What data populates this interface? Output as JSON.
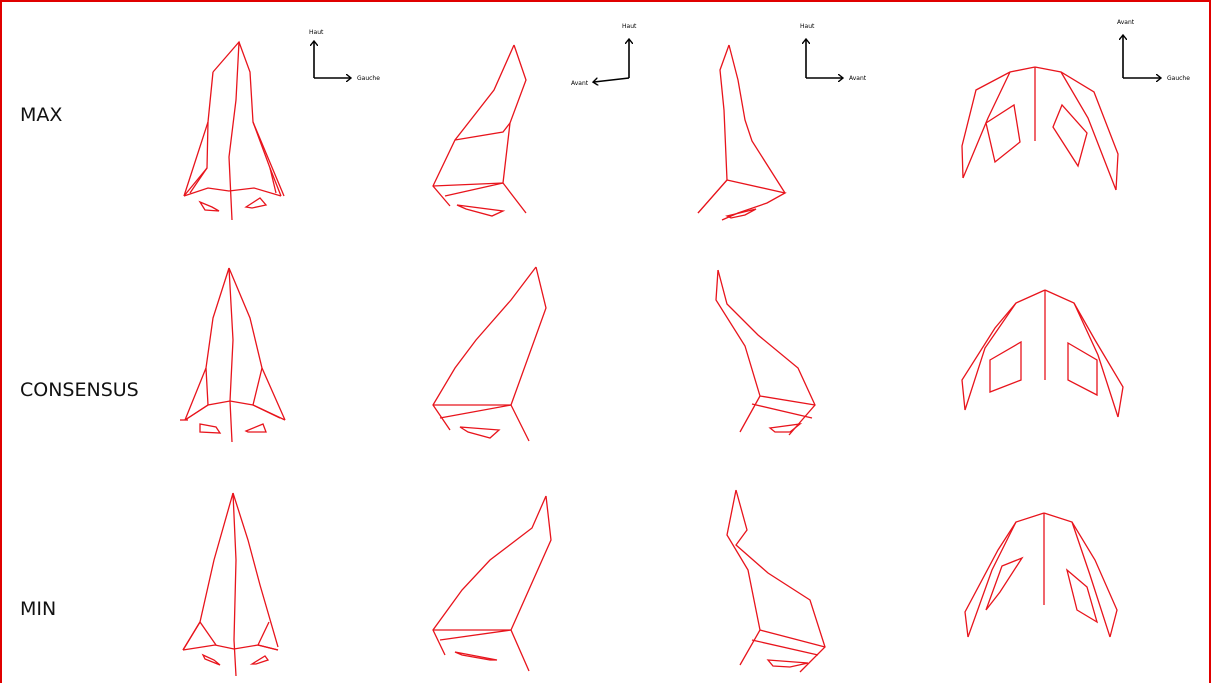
{
  "rows": {
    "max": "MAX",
    "consensus": "CONSENSUS",
    "min": "MIN"
  },
  "axes": [
    {
      "vertical": "Haut",
      "horizontal": "Gauche",
      "direction": "right"
    },
    {
      "vertical": "Haut",
      "horizontal": "Avant",
      "direction": "left"
    },
    {
      "vertical": "Haut",
      "horizontal": "Avant",
      "direction": "right"
    },
    {
      "vertical": "Avant",
      "horizontal": "Gauche",
      "direction": "right"
    }
  ],
  "colors": {
    "wireframe": "#e8141c",
    "frame": "#e00000",
    "axis": "#000000"
  }
}
